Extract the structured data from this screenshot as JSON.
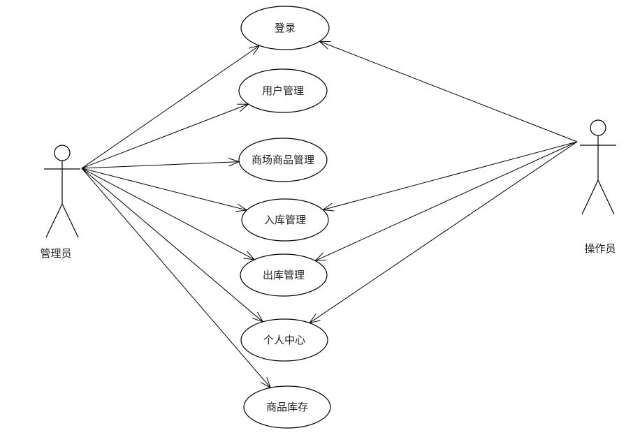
{
  "actors": [
    {
      "id": "admin",
      "label": "管理员"
    },
    {
      "id": "operator",
      "label": "操作员"
    }
  ],
  "use_cases": [
    {
      "id": "login",
      "label": "登录"
    },
    {
      "id": "user_mgmt",
      "label": "用户管理"
    },
    {
      "id": "product_mgmt",
      "label": "商场商品管理"
    },
    {
      "id": "inbound_mgmt",
      "label": "入库管理"
    },
    {
      "id": "outbound_mgmt",
      "label": "出库管理"
    },
    {
      "id": "profile",
      "label": "个人中心"
    },
    {
      "id": "inventory",
      "label": "商品库存"
    }
  ],
  "associations": [
    {
      "from": "admin",
      "to": "login"
    },
    {
      "from": "admin",
      "to": "user_mgmt"
    },
    {
      "from": "admin",
      "to": "product_mgmt"
    },
    {
      "from": "admin",
      "to": "inbound_mgmt"
    },
    {
      "from": "admin",
      "to": "outbound_mgmt"
    },
    {
      "from": "admin",
      "to": "profile"
    },
    {
      "from": "admin",
      "to": "inventory"
    },
    {
      "from": "operator",
      "to": "login"
    },
    {
      "from": "operator",
      "to": "inbound_mgmt"
    },
    {
      "from": "operator",
      "to": "outbound_mgmt"
    },
    {
      "from": "operator",
      "to": "profile"
    }
  ]
}
